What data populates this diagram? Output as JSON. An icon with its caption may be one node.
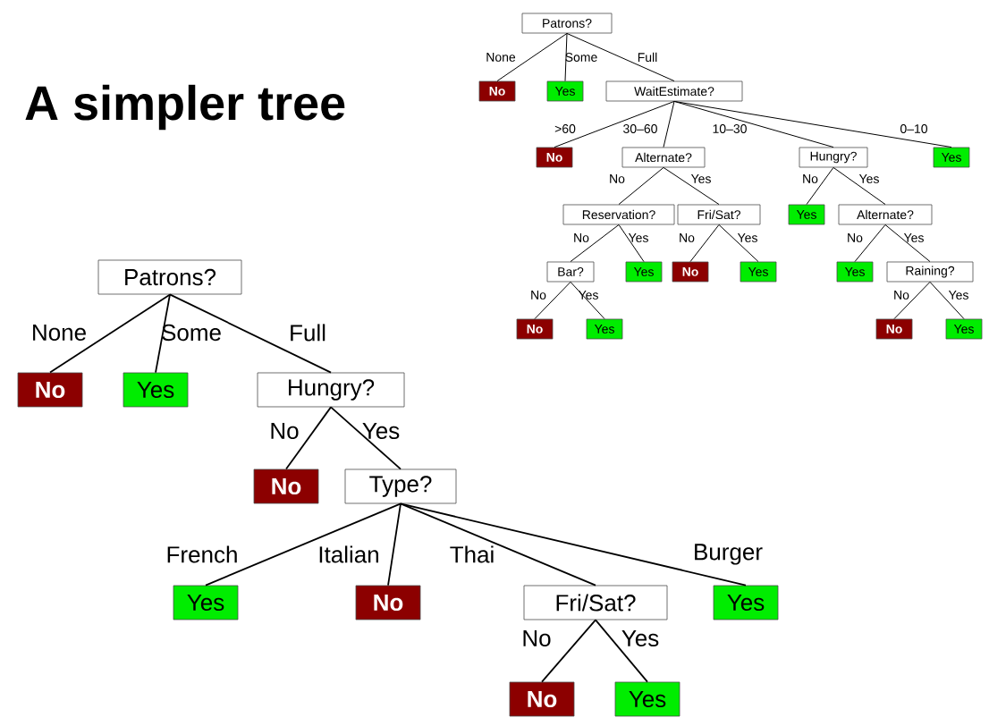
{
  "diagram": {
    "title": "A simpler tree",
    "nodes": [
      {
        "text": [
          "Patrons?"
        ]
      },
      {
        "text": [
          "No"
        ]
      },
      {
        "text": [
          "Yes"
        ]
      },
      {
        "text": [
          "Hungry?"
        ]
      },
      {
        "text": [
          "No"
        ]
      },
      {
        "text": [
          "Type?"
        ]
      },
      {
        "text": [
          "Yes"
        ]
      },
      {
        "text": [
          "No"
        ]
      },
      {
        "text": [
          "Fri/Sat?"
        ]
      },
      {
        "text": [
          "Yes"
        ]
      },
      {
        "text": [
          "No"
        ]
      },
      {
        "text": [
          "Yes"
        ]
      },
      {
        "text": [
          "Patrons?"
        ]
      },
      {
        "text": [
          "No"
        ]
      },
      {
        "text": [
          "Yes"
        ]
      },
      {
        "text": [
          "WaitEstimate?"
        ]
      },
      {
        "text": [
          "No"
        ]
      },
      {
        "text": [
          "Alternate?"
        ]
      },
      {
        "text": [
          "Hungry?"
        ]
      },
      {
        "text": [
          "Yes"
        ]
      },
      {
        "text": [
          "Reservation?"
        ]
      },
      {
        "text": [
          "Fri/Sat?"
        ]
      },
      {
        "text": [
          "Yes"
        ]
      },
      {
        "text": [
          "Alternate?"
        ]
      },
      {
        "text": [
          "Bar?"
        ]
      },
      {
        "text": [
          "Yes"
        ]
      },
      {
        "text": [
          "No"
        ]
      },
      {
        "text": [
          "Yes"
        ]
      },
      {
        "text": [
          "Yes"
        ]
      },
      {
        "text": [
          "Raining?"
        ]
      },
      {
        "text": [
          "No"
        ]
      },
      {
        "text": [
          "Yes"
        ]
      },
      {
        "text": [
          "No"
        ]
      },
      {
        "text": [
          "Yes"
        ]
      }
    ],
    "edges": [
      {
        "from": 0,
        "to": 1,
        "arrow": "none",
        "label": "None"
      },
      {
        "from": 0,
        "to": 2,
        "arrow": "none",
        "label": "Some"
      },
      {
        "from": 0,
        "to": 3,
        "arrow": "none",
        "label": "Full"
      },
      {
        "from": 3,
        "to": 4,
        "arrow": "none",
        "label": "No"
      },
      {
        "from": 3,
        "to": 5,
        "arrow": "none",
        "label": "Yes"
      },
      {
        "from": 5,
        "to": 6,
        "arrow": "none",
        "label": "French"
      },
      {
        "from": 5,
        "to": 7,
        "arrow": "none",
        "label": "Italian"
      },
      {
        "from": 5,
        "to": 8,
        "arrow": "none",
        "label": "Thai"
      },
      {
        "from": 5,
        "to": 9,
        "arrow": "none",
        "label": "Burger"
      },
      {
        "from": 8,
        "to": 10,
        "arrow": "none",
        "label": "No"
      },
      {
        "from": 8,
        "to": 11,
        "arrow": "none",
        "label": "Yes"
      },
      {
        "from": 12,
        "to": 13,
        "arrow": "none",
        "label": "None"
      },
      {
        "from": 12,
        "to": 14,
        "arrow": "none",
        "label": "Some"
      },
      {
        "from": 12,
        "to": 15,
        "arrow": "none",
        "label": "Full"
      },
      {
        "from": 15,
        "to": 16,
        "arrow": "none",
        "label": ">60"
      },
      {
        "from": 15,
        "to": 17,
        "arrow": "none",
        "label": "30–60"
      },
      {
        "from": 15,
        "to": 18,
        "arrow": "none",
        "label": "10–30"
      },
      {
        "from": 15,
        "to": 19,
        "arrow": "none",
        "label": "0–10"
      },
      {
        "from": 17,
        "to": 20,
        "arrow": "none",
        "label": "No"
      },
      {
        "from": 17,
        "to": 21,
        "arrow": "none",
        "label": "Yes"
      },
      {
        "from": 18,
        "to": 22,
        "arrow": "none",
        "label": "No"
      },
      {
        "from": 18,
        "to": 23,
        "arrow": "none",
        "label": "Yes"
      },
      {
        "from": 20,
        "to": 24,
        "arrow": "none",
        "label": "No"
      },
      {
        "from": 20,
        "to": 25,
        "arrow": "none",
        "label": "Yes"
      },
      {
        "from": 21,
        "to": 26,
        "arrow": "none",
        "label": "No"
      },
      {
        "from": 21,
        "to": 27,
        "arrow": "none",
        "label": "Yes"
      },
      {
        "from": 23,
        "to": 28,
        "arrow": "none",
        "label": "No"
      },
      {
        "from": 23,
        "to": 29,
        "arrow": "none",
        "label": "Yes"
      },
      {
        "from": 24,
        "to": 30,
        "arrow": "none",
        "label": "No"
      },
      {
        "from": 24,
        "to": 31,
        "arrow": "none",
        "label": "Yes"
      },
      {
        "from": 29,
        "to": 32,
        "arrow": "none",
        "label": "No"
      },
      {
        "from": 29,
        "to": 33,
        "arrow": "none",
        "label": "Yes"
      }
    ]
  }
}
